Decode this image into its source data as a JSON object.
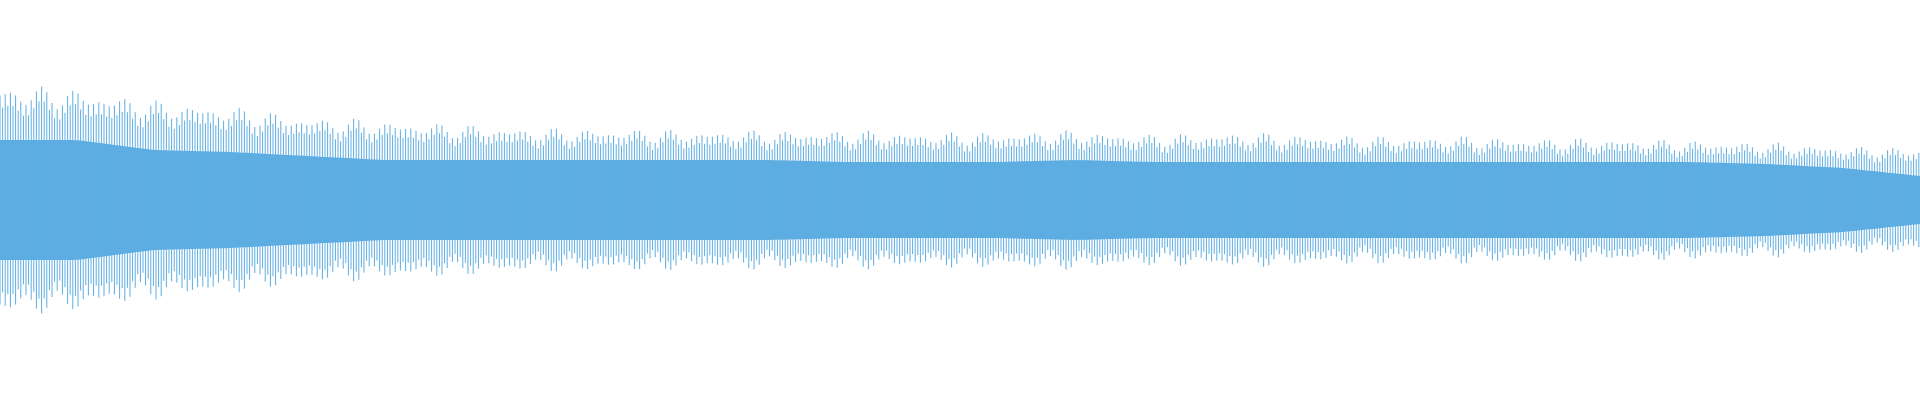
{
  "waveform": {
    "color": "#5dade2",
    "background": "#ffffff",
    "envelope": [
      0.58,
      0.56,
      0.5,
      0.47,
      0.42,
      0.4,
      0.38,
      0.36,
      0.36,
      0.35,
      0.35,
      0.35,
      0.34,
      0.34,
      0.35,
      0.33,
      0.34,
      0.33,
      0.32,
      0.32,
      0.31,
      0.31,
      0.3,
      0.29,
      0.27,
      0.26
    ],
    "body": [
      0.3,
      0.3,
      0.25,
      0.24,
      0.22,
      0.2,
      0.2,
      0.2,
      0.2,
      0.2,
      0.2,
      0.19,
      0.19,
      0.19,
      0.2,
      0.19,
      0.19,
      0.19,
      0.19,
      0.19,
      0.19,
      0.19,
      0.19,
      0.18,
      0.16,
      0.12
    ]
  }
}
